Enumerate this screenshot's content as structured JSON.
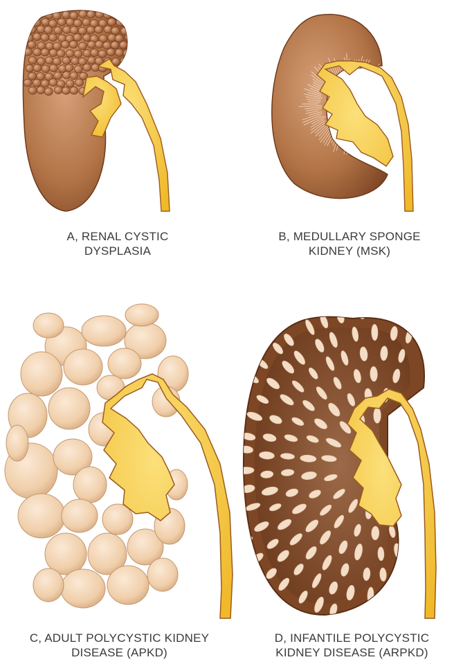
{
  "panels": [
    {
      "id": "A",
      "caption_line1": "A, RENAL CYSTIC",
      "caption_line2": "DYSPLASIA"
    },
    {
      "id": "B",
      "caption_line1": "B, MEDULLARY SPONGE",
      "caption_line2": "KIDNEY (MSK)"
    },
    {
      "id": "C",
      "caption_line1": "C, ADULT POLYCYSTIC KIDNEY",
      "caption_line2": "DISEASE (APKD)"
    },
    {
      "id": "D",
      "caption_line1": "D, INFANTILE POLYCYSTIC",
      "caption_line2": "KIDNEY DISEASE (ARPKD)"
    }
  ],
  "colors": {
    "kidney": "#b06f3e",
    "kidney_dark": "#7a4220",
    "kidney_light": "#d9a07a",
    "pelvis": "#f6c943",
    "pelvis_outline": "#9a5a20",
    "cyst_adult": "#f3d3b0",
    "cyst_adult_edge": "#c8a07a",
    "cyst_infantile": "#f1d9c2",
    "arpkd_fill": "#8c5432"
  }
}
